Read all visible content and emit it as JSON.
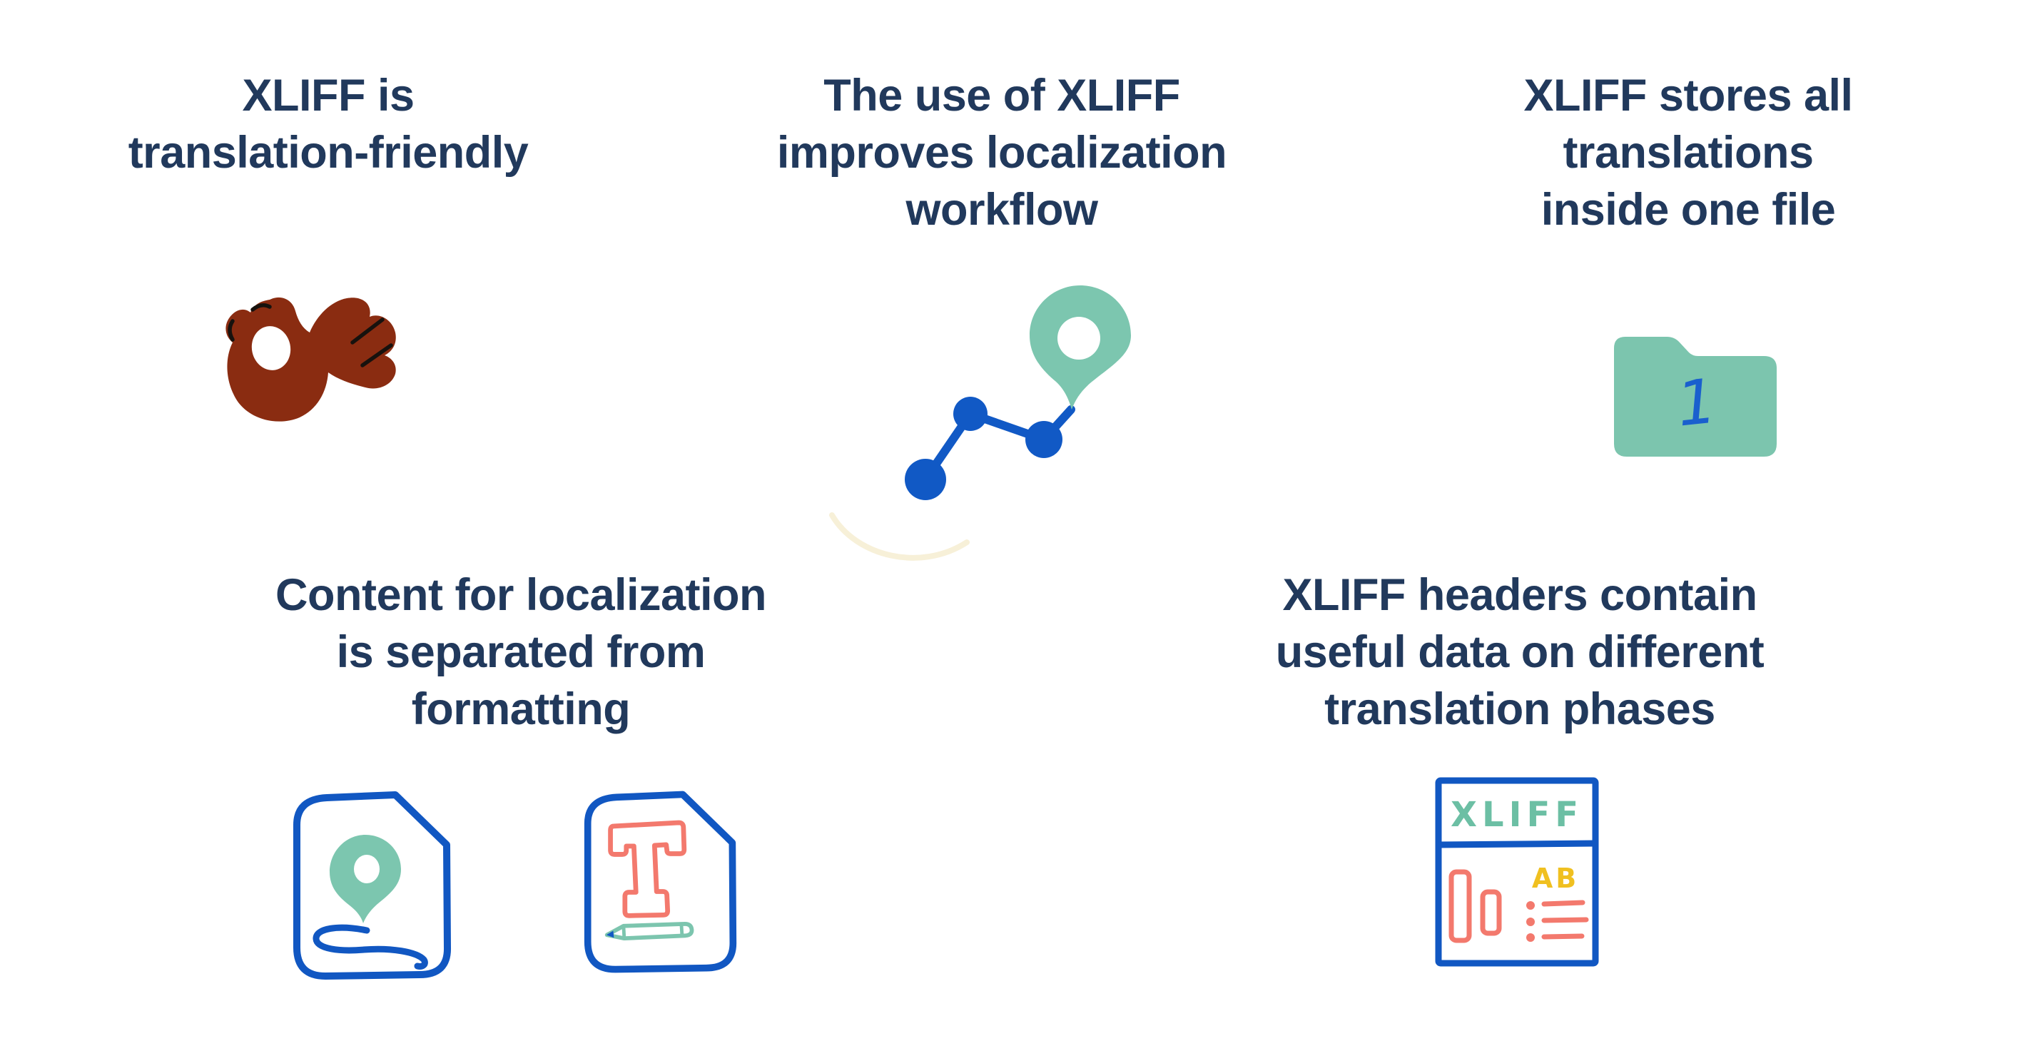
{
  "colors": {
    "heading_text": "#21395c",
    "hand_brown": "#8a2c11",
    "teal": "#7cc6af",
    "teal_text": "#6cbfa4",
    "blue": "#1159c5",
    "folder_digit_blue": "#1a5fce",
    "coral": "#f3796d",
    "yellow": "#f0c020",
    "cream_arc": "#f7f0d8",
    "background": "#ffffff"
  },
  "cards": {
    "friendly": {
      "lines": [
        "XLIFF is",
        "translation-friendly"
      ],
      "icon": "ok-hand"
    },
    "workflow": {
      "lines": [
        "The use of XLIFF",
        "improves localization",
        "workflow"
      ],
      "icon": "route-pin"
    },
    "one_file": {
      "lines": [
        "XLIFF stores all",
        "translations",
        "inside one file"
      ],
      "icon": "folder",
      "folder_label": "1"
    },
    "separated": {
      "lines": [
        "Content for localization",
        "is separated from",
        "formatting"
      ],
      "icon": "location-doc-and-text-doc"
    },
    "headers": {
      "lines": [
        "XLIFF headers contain",
        "useful data on different",
        "translation phases"
      ],
      "icon": "xliff-doc",
      "doc_title": "XLIFF",
      "doc_letters": "AB"
    }
  }
}
